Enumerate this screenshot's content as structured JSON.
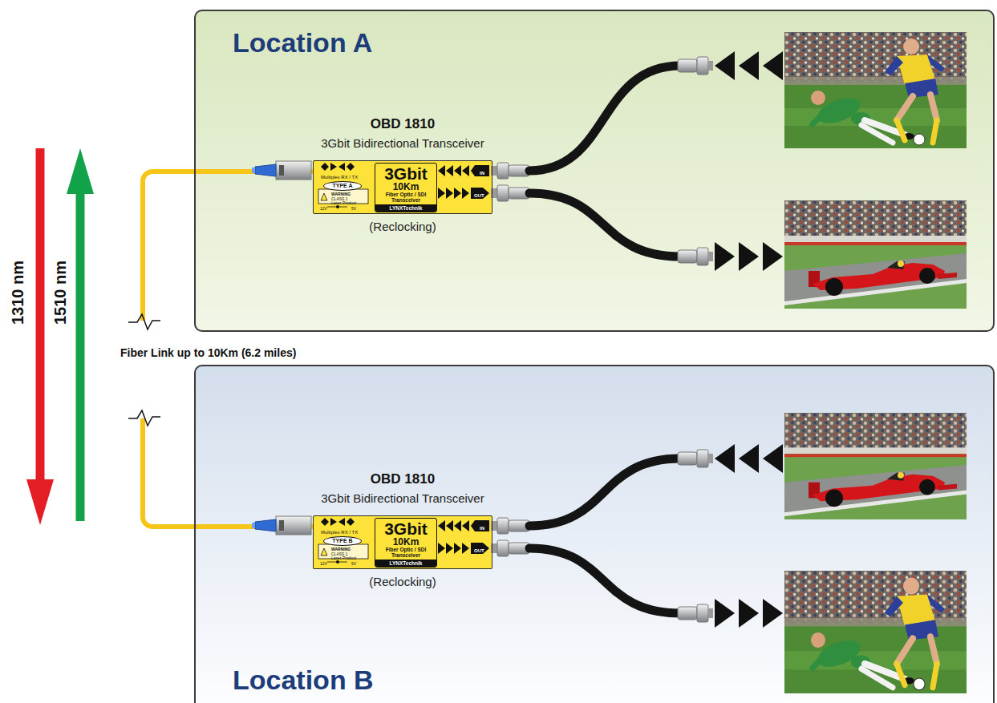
{
  "diagram": {
    "nodes": [
      {
        "text": [
          "Location A"
        ]
      },
      {
        "text": [
          "OBD 1810",
          "3Gbit Bidirectional Transceiver",
          "(Reclocking)"
        ],
        "in": 0
      },
      {
        "text": [
          "3Gbit",
          "10Km",
          "Fiber Optic / SDI Transceiver"
        ],
        "in": 1
      },
      {
        "text": [
          "TYPE A"
        ],
        "in": 1
      },
      {
        "text": [
          "Location B"
        ]
      },
      {
        "text": [
          "OBD 1810",
          "3Gbit Bidirectional Transceiver",
          "(Reclocking)"
        ],
        "in": 4
      },
      {
        "text": [
          "3Gbit",
          "10Km",
          "Fiber Optic / SDI Transceiver"
        ],
        "in": 5
      },
      {
        "text": [
          "TYPE B"
        ],
        "in": 5
      }
    ],
    "edges": [
      {
        "from": 1,
        "to": 5,
        "arrow": "none",
        "label": "Fiber Link up to 10Km (6.2 miles)"
      }
    ],
    "labels": [
      "1310 nm",
      "1510 nm",
      "Multiplex RX / TX",
      "WARNING",
      "CLASS 1",
      "Laser Product",
      "12V",
      "5V",
      "IN",
      "OUT",
      "LYNXTechnik",
      "Multiplex RX / TX",
      "WARNING",
      "CLASS 1",
      "Laser Product",
      "12V",
      "5V",
      "IN",
      "OUT",
      "LYNXTechnik"
    ]
  }
}
